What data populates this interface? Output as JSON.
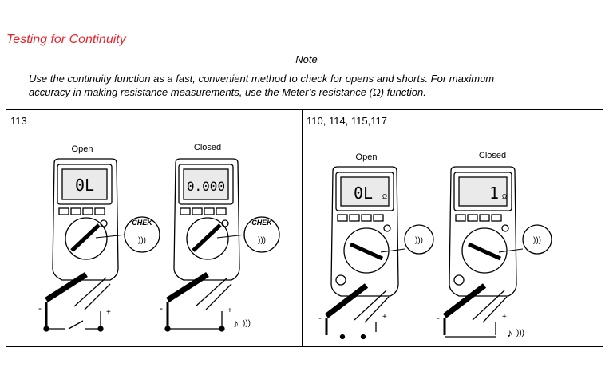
{
  "section_title": "Testing for Continuity",
  "note": {
    "heading": "Note",
    "line1": "Use the continuity function as a fast, convenient method to check for opens and shorts. For maximum",
    "line2": "accuracy in making resistance measurements, use the Meter’s resistance (Ω) function."
  },
  "table": {
    "col1_header": "113",
    "col2_header": "110, 114, 115,117",
    "left": {
      "open_label": "Open",
      "closed_label": "Closed",
      "open_reading": "0L",
      "closed_reading": "0.000",
      "chek_label": "CHEK",
      "neg": "-",
      "pos": "+"
    },
    "right": {
      "open_label": "Open",
      "closed_label": "Closed",
      "open_reading": "0L",
      "closed_reading": "1",
      "ohm": "Ω",
      "neg": "-",
      "pos": "+"
    }
  },
  "colors": {
    "title": "#e8232b"
  }
}
